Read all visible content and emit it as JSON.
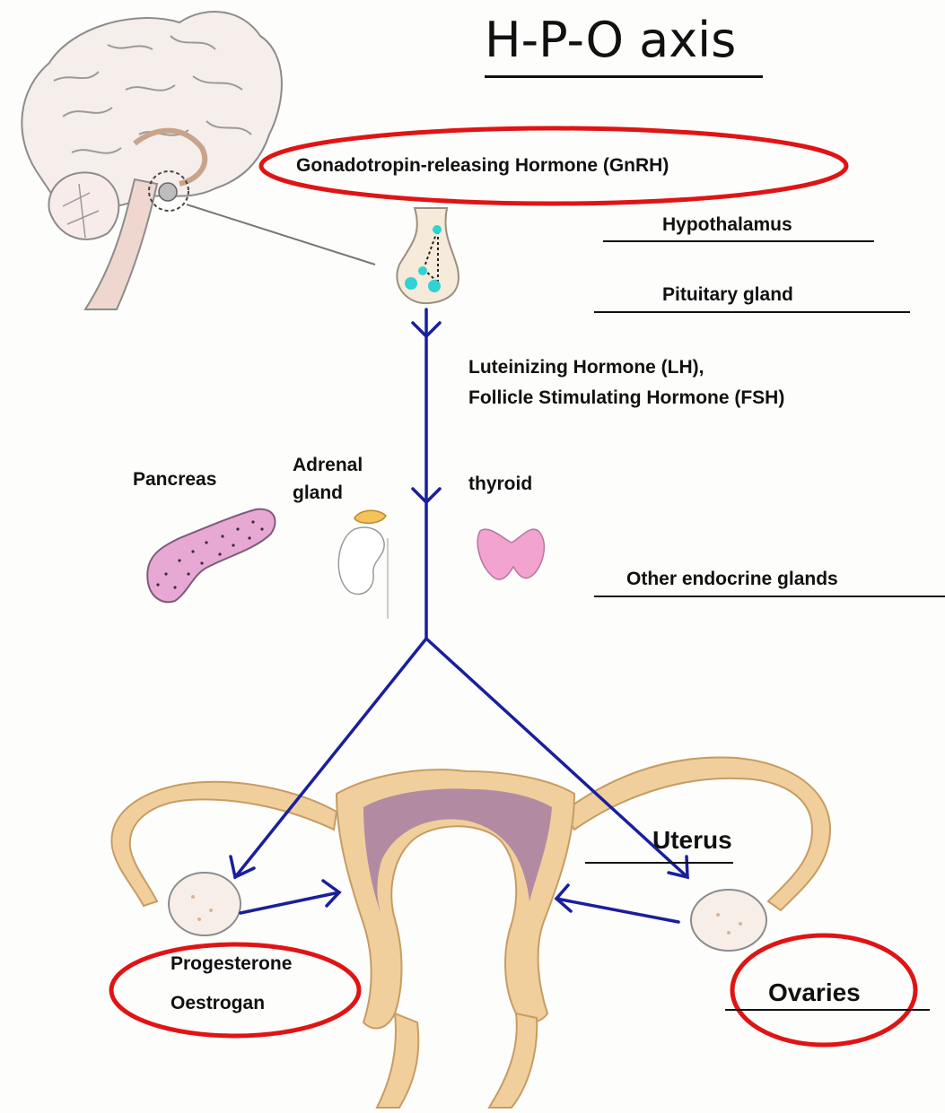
{
  "title": "H-P-O axis",
  "labels": {
    "gnrh": "Gonadotropin-releasing Hormone (GnRH)",
    "hypothalamus": "Hypothalamus",
    "pituitary": "Pituitary gland",
    "lh": "Luteinizing Hormone (LH),",
    "fsh": "Follicle Stimulating Hormone (FSH)",
    "pancreas": "Pancreas",
    "adrenal_1": "Adrenal",
    "adrenal_2": "gland",
    "thyroid": "thyroid",
    "other_glands": "Other endocrine glands",
    "uterus": "Uterus",
    "progesterone": "Progesterone",
    "oestrogan": "Oestrogan",
    "ovaries": "Ovaries"
  },
  "colors": {
    "arrow": "#1a1f9c",
    "highlight": "#e01414",
    "uterus_fill": "#f1cf9d",
    "uterus_lining": "#a77fa5",
    "pancreas": "#e7a9d3",
    "thyroid": "#f2a3d0",
    "pituitary_dot": "#2fd3d3"
  }
}
